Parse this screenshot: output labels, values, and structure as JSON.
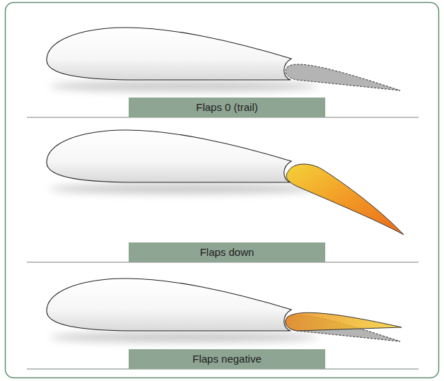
{
  "diagram": {
    "nodes": [
      {
        "text": [
          "Flaps 0 (trail)"
        ]
      },
      {
        "text": [
          "Flaps down"
        ]
      },
      {
        "text": [
          "Flaps negative"
        ]
      }
    ]
  }
}
